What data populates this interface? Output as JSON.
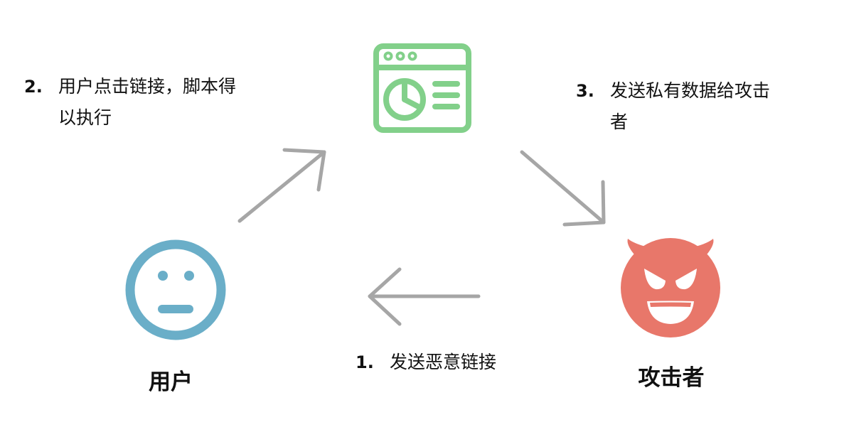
{
  "steps": {
    "step1": {
      "number": "1.",
      "text": "发送恶意链接"
    },
    "step2": {
      "number": "2.",
      "text": "用户点击链接，脚本得以执行"
    },
    "step3": {
      "number": "3.",
      "text": "发送私有数据给攻击者"
    }
  },
  "actors": {
    "user": {
      "label": "用户",
      "icon": "neutral-face-icon",
      "color": "#6aaec8"
    },
    "attacker": {
      "label": "攻击者",
      "icon": "devil-face-icon",
      "color": "#e8776a"
    },
    "website": {
      "icon": "browser-window-icon",
      "color": "#82d08a"
    }
  },
  "colors": {
    "arrow": "#a6a6a6",
    "text": "#111111"
  }
}
